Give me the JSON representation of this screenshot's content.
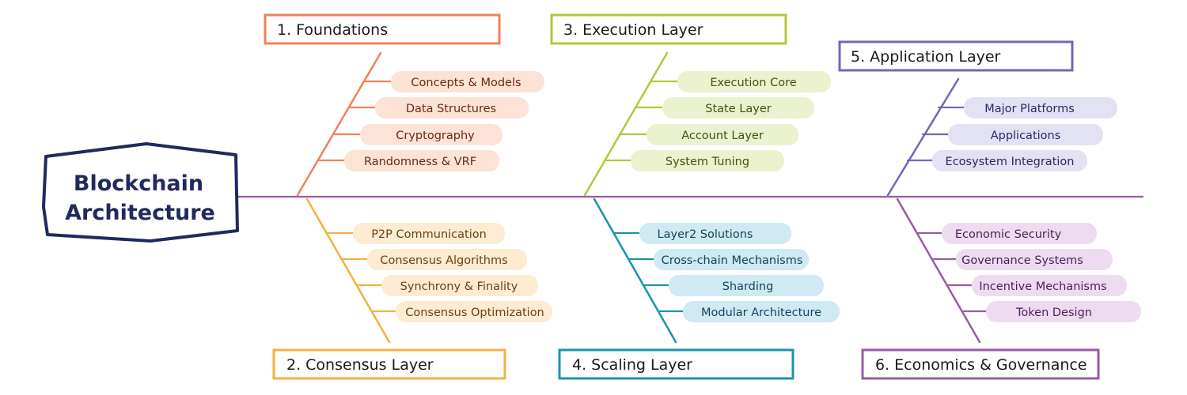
{
  "head": {
    "line1": "Blockchain",
    "line2": "Architecture",
    "color": "#1f2a5e"
  },
  "spine_color": "#9b59a6",
  "categories": [
    {
      "title": "1. Foundations",
      "color": "#ef8259",
      "fill": "#fde2d6",
      "text": "#6b2a12",
      "items": [
        "Concepts & Models",
        "Data Structures",
        "Cryptography",
        "Randomness & VRF"
      ]
    },
    {
      "title": "2. Consensus Layer",
      "color": "#f3b23e",
      "fill": "#fdecd2",
      "text": "#6b4210",
      "items": [
        "P2P Communication",
        "Consensus Algorithms",
        "Synchrony & Finality",
        "Consensus Optimization"
      ]
    },
    {
      "title": "3. Execution Layer",
      "color": "#b7c63a",
      "fill": "#eaf2cf",
      "text": "#44520e",
      "items": [
        "Execution Core",
        "State Layer",
        "Account Layer",
        "System Tuning"
      ]
    },
    {
      "title": "4. Scaling Layer",
      "color": "#1b93ad",
      "fill": "#cfeaf3",
      "text": "#0e4658",
      "items": [
        "Layer2 Solutions",
        "Cross-chain Mechanisms",
        "Sharding",
        "Modular Architecture"
      ]
    },
    {
      "title": "5. Application Layer",
      "color": "#7068b5",
      "fill": "#e3e1f4",
      "text": "#2c2766",
      "items": [
        "Major Platforms",
        "Applications",
        "Ecosystem Integration"
      ]
    },
    {
      "title": "6. Economics & Governance",
      "color": "#9a5aa8",
      "fill": "#eddcef",
      "text": "#4a1f57",
      "items": [
        "Economic Security",
        "Governance Systems",
        "Incentive Mechanisms",
        "Token Design"
      ]
    }
  ]
}
